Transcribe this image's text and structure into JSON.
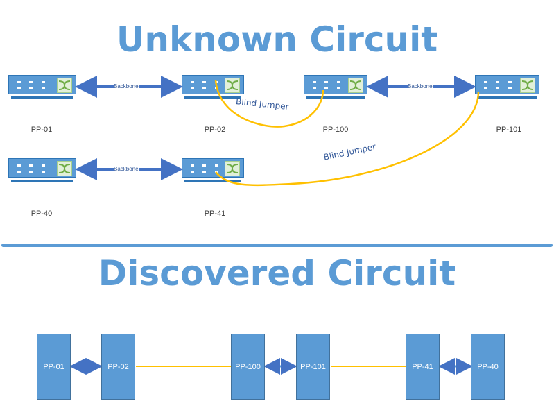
{
  "unknown": {
    "title": "Unknown Circuit",
    "panels": [
      {
        "id": "pp01",
        "label": "PP-01"
      },
      {
        "id": "pp02",
        "label": "PP-02"
      },
      {
        "id": "pp100",
        "label": "PP-100"
      },
      {
        "id": "pp101",
        "label": "PP-101"
      },
      {
        "id": "pp40",
        "label": "PP-40"
      },
      {
        "id": "pp41",
        "label": "PP-41"
      }
    ],
    "backbone_label": "Backbone",
    "jumper_label": "Blind Jumper"
  },
  "discovered": {
    "title": "Discovered Circuit",
    "nodes": [
      "PP-01",
      "PP-02",
      "PP-100",
      "PP-101",
      "PP-41",
      "PP-40"
    ]
  },
  "colors": {
    "accent": "#5b9bd5",
    "arrow": "#4472c4",
    "jumper": "#ffc000",
    "connector": "#ffc000"
  }
}
